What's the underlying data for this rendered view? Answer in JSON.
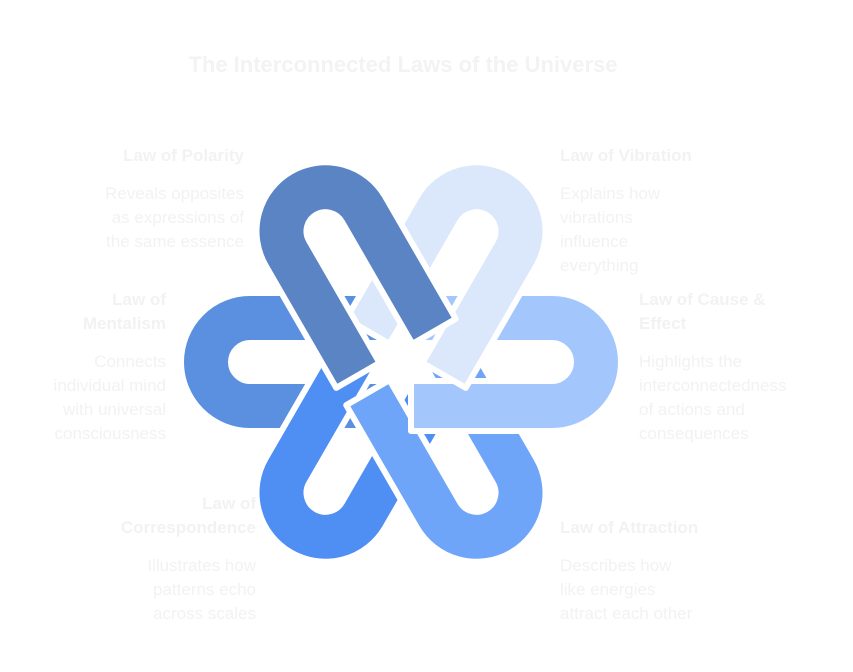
{
  "title": "The Interconnected Laws of the Universe",
  "colors": {
    "polarity": "#5b84c4",
    "vibration": "#dbe8fc",
    "cause_effect": "#a3c6fc",
    "attraction": "#6ea5f8",
    "correspondence": "#4f8ef2",
    "mentalism": "#5b8fe0"
  },
  "laws": {
    "polarity": {
      "name": "Law of Polarity",
      "desc": [
        "Reveals opposites",
        "as expressions of",
        "the same essence"
      ]
    },
    "vibration": {
      "name": "Law of Vibration",
      "desc": [
        "Explains how",
        "vibrations",
        "influence",
        "everything"
      ]
    },
    "mentalism": {
      "name": [
        "Law of",
        "Mentalism"
      ],
      "desc": [
        "Connects",
        "individual mind",
        "with universal",
        "consciousness"
      ]
    },
    "cause_effect": {
      "name": [
        "Law of Cause &",
        "Effect"
      ],
      "desc": [
        "Highlights the",
        "interconnectedness",
        "of actions and",
        "consequences"
      ]
    },
    "correspondence": {
      "name": [
        "Law of",
        "Correspondence"
      ],
      "desc": [
        "Illustrates how",
        "patterns echo",
        "across scales"
      ]
    },
    "attraction": {
      "name": "Law of Attraction",
      "desc": [
        "Describes how",
        "like energies",
        "attract each other"
      ]
    }
  }
}
